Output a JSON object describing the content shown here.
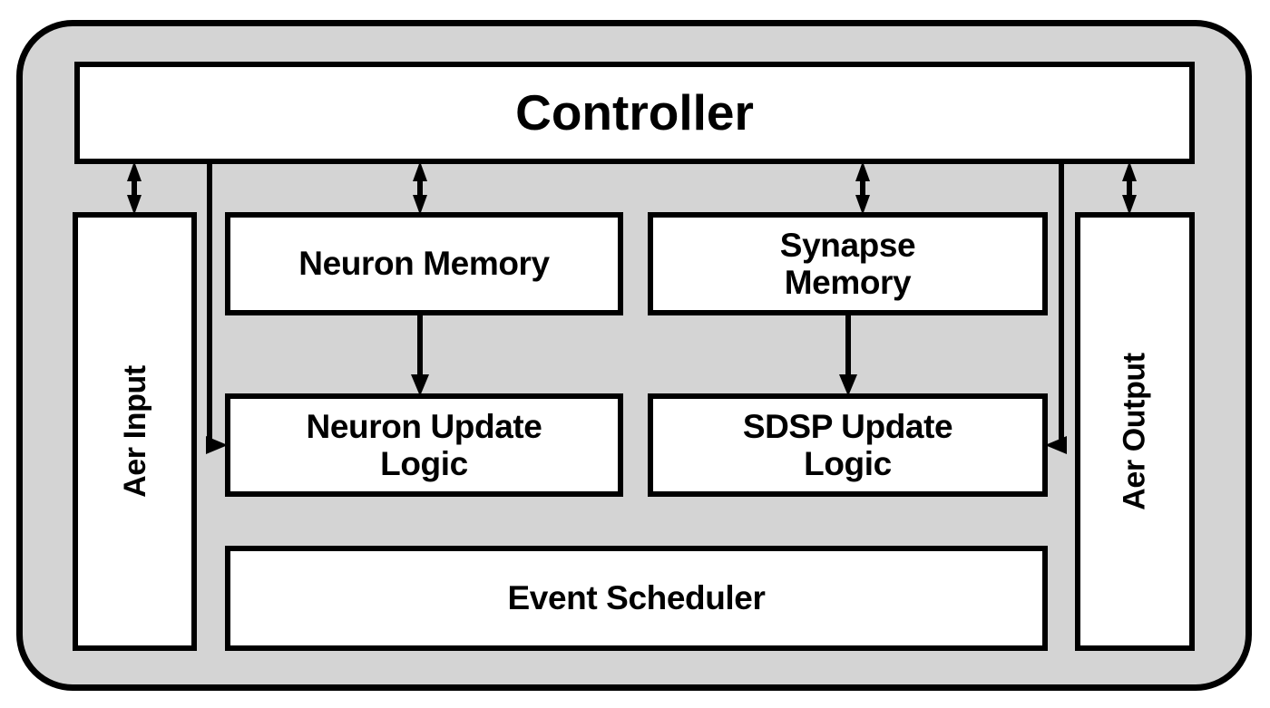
{
  "diagram": {
    "title": "Neuromorphic chip architecture block diagram",
    "chip": {
      "name": "chip-boundary",
      "fill_color": "#d4d4d4",
      "border_color": "#000000"
    },
    "blocks": [
      {
        "id": "controller",
        "label": "Controller",
        "orientation": "horizontal"
      },
      {
        "id": "aer-input",
        "label": "Aer Input",
        "orientation": "vertical-rotated"
      },
      {
        "id": "aer-output",
        "label": "Aer Output",
        "orientation": "vertical-rotated"
      },
      {
        "id": "neuron-memory",
        "label": "Neuron Memory",
        "orientation": "horizontal"
      },
      {
        "id": "synapse-memory",
        "label": "Synapse\nMemory",
        "orientation": "horizontal"
      },
      {
        "id": "neuron-update",
        "label": "Neuron Update\nLogic",
        "orientation": "horizontal"
      },
      {
        "id": "sdsp-update",
        "label": "SDSP Update\nLogic",
        "orientation": "horizontal"
      },
      {
        "id": "event-scheduler",
        "label": "Event Scheduler",
        "orientation": "horizontal"
      }
    ],
    "connections": [
      {
        "id": "controller-aer-input",
        "from": "controller",
        "to": "aer-input",
        "style": "double-arrow-vertical"
      },
      {
        "id": "controller-neuron-memory",
        "from": "controller",
        "to": "neuron-memory",
        "style": "double-arrow-vertical"
      },
      {
        "id": "controller-synapse-memory",
        "from": "controller",
        "to": "synapse-memory",
        "style": "double-arrow-vertical"
      },
      {
        "id": "controller-aer-output",
        "from": "controller",
        "to": "aer-output",
        "style": "double-arrow-vertical"
      },
      {
        "id": "neuron-memory-neuron-update",
        "from": "neuron-memory",
        "to": "neuron-update",
        "style": "arrow-down"
      },
      {
        "id": "synapse-memory-sdsp-update",
        "from": "synapse-memory",
        "to": "sdsp-update",
        "style": "arrow-down"
      },
      {
        "id": "controller-neuron-update-side",
        "from": "controller",
        "to": "neuron-update",
        "style": "elbow-arrow-right"
      },
      {
        "id": "controller-sdsp-update-side",
        "from": "controller",
        "to": "sdsp-update",
        "style": "elbow-arrow-left"
      }
    ]
  }
}
